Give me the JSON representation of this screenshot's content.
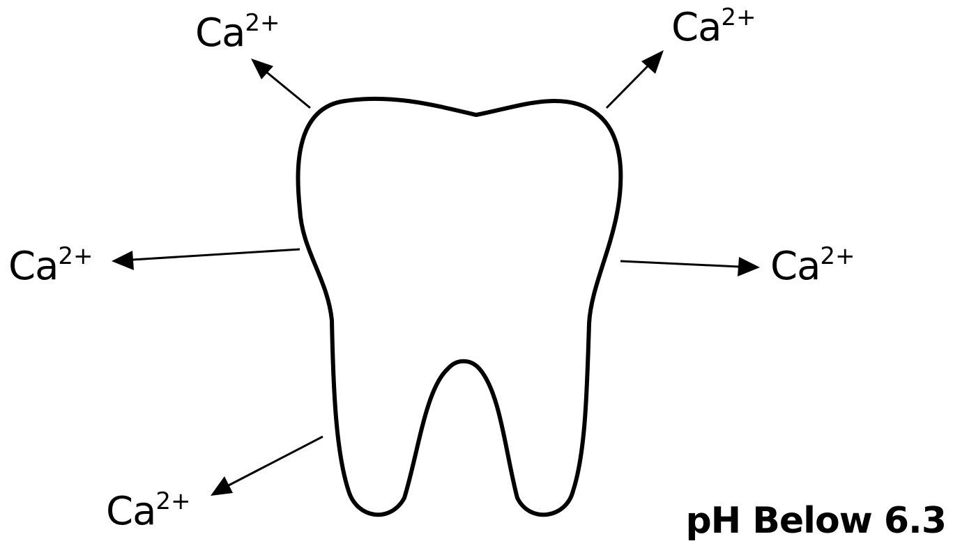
{
  "ions": [
    {
      "symbol": "Ca",
      "charge": "2+"
    },
    {
      "symbol": "Ca",
      "charge": "2+"
    },
    {
      "symbol": "Ca",
      "charge": "2+"
    },
    {
      "symbol": "Ca",
      "charge": "2+"
    },
    {
      "symbol": "Ca",
      "charge": "2+"
    }
  ],
  "caption": "pH Below 6.3",
  "colors": {
    "stroke": "#000000",
    "background": "#ffffff",
    "tooth_fill": "#ffffff"
  }
}
